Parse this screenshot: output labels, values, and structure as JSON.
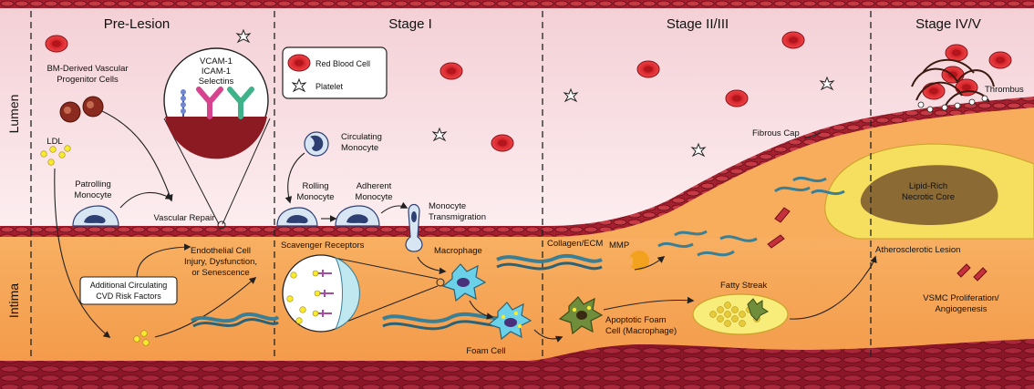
{
  "stages": [
    "Pre-Lesion",
    "Stage I",
    "Stage II/III",
    "Stage IV/V"
  ],
  "regions": {
    "lumen": "Lumen",
    "intima": "Intima"
  },
  "legend": {
    "rbc": "Red Blood Cell",
    "platelet": "Platelet"
  },
  "callout": {
    "l1": "VCAM-1",
    "l2": "ICAM-1",
    "l3": "Selectins"
  },
  "labels": {
    "bm_1": "BM-Derived Vascular",
    "bm_2": "Progenitor Cells",
    "ldl": "LDL",
    "patrol_1": "Patrolling",
    "patrol_2": "Monocyte",
    "vascular_repair": "Vascular Repair",
    "endo_1": "Endothelial Cell",
    "endo_2": "Injury, Dysfunction,",
    "endo_3": "or Senescence",
    "risk_1": "Additional Circulating",
    "risk_2": "CVD Risk Factors",
    "circ_1": "Circulating",
    "circ_2": "Monocyte",
    "rolling_1": "Rolling",
    "rolling_2": "Monocyte",
    "adherent_1": "Adherent",
    "adherent_2": "Monocyte",
    "trans_1": "Monocyte",
    "trans_2": "Transmigration",
    "scavenger": "Scavenger Receptors",
    "macrophage": "Macrophage",
    "foam_cell": "Foam Cell",
    "collagen": "Collagen/ECM",
    "mmp": "MMP",
    "apoptotic_1": "Apoptotic Foam",
    "apoptotic_2": "Cell (Macrophage)",
    "fatty_streak": "Fatty Streak",
    "fibrous_cap": "Fibrous Cap",
    "necrotic_1": "Lipid-Rich",
    "necrotic_2": "Necrotic Core",
    "thrombus": "Thrombus",
    "athero_lesion": "Atherosclerotic Lesion",
    "vsmc_1": "VSMC Proliferation/",
    "vsmc_2": "Angiogenesis"
  },
  "colors": {
    "lumen_top": "#f6d5da",
    "lumen_bottom": "#fcedef",
    "intima": "#f6a857",
    "endothelium": "#9c1c2a",
    "media": "#8e1a2b",
    "rbc": "#d41f27",
    "monocyte_nucleus": "#2e3f73",
    "macrophage": "#6ad1e8",
    "foam_green": "#5cc06a",
    "necrotic_core": "#8c6a33",
    "plaque_yellow": "#f7d85a",
    "collagen": "#3a7f95"
  }
}
